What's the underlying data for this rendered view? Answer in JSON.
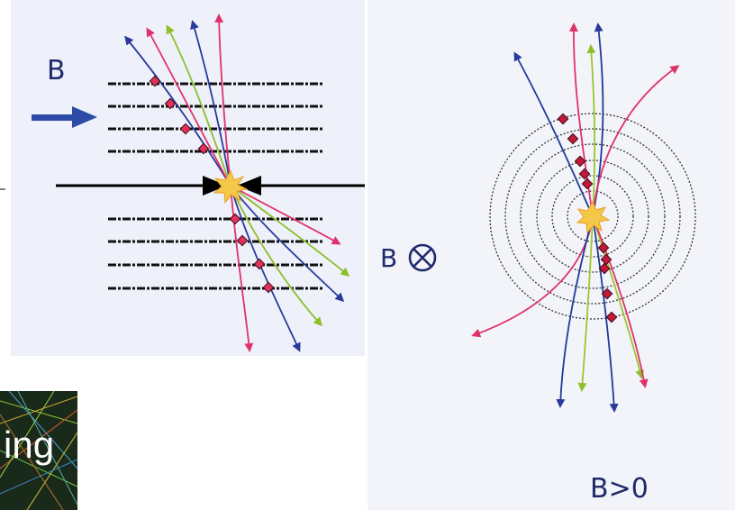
{
  "side_view": {
    "field_label": "B",
    "colors": {
      "blue": "#2b3a9a",
      "red": "#e0326a",
      "green": "#8dbf2a",
      "arrow_field": "#2d4aa8",
      "detector_layer": "#111111",
      "hit_marker": "#e0325a",
      "vertex": "#f5c84a"
    },
    "background": "#eef1fa"
  },
  "end_view": {
    "field_label": "B",
    "field_symbol": "⊗",
    "caption": "B>0",
    "colors": {
      "blue": "#1f3a9a",
      "red": "#e0326a",
      "green": "#9cc62e",
      "detector_layer": "#333333",
      "hit_marker": "#c2183a",
      "vertex": "#f5c84a"
    },
    "background": "#f2f4fa"
  },
  "corner_image": {
    "text": "ing",
    "background": "#1a2a1a"
  }
}
